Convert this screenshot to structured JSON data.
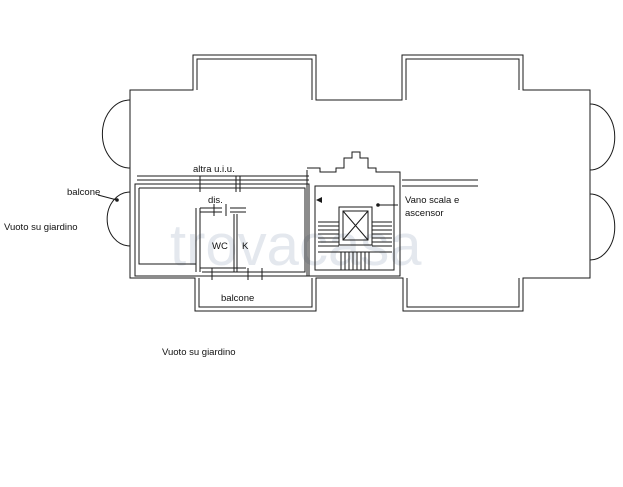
{
  "plan": {
    "labels": {
      "other_unit": "altra u.i.u.",
      "balcony_left": "balcone",
      "void_left": "Vuoto su giardino",
      "hallway": "dis.",
      "wc": "WC",
      "kitchen": "K",
      "stair_line1": "Vano scala e",
      "stair_line2": "ascensor",
      "balcony_bottom": "balcone",
      "void_bottom": "Vuoto su giardino"
    },
    "watermark": "trovacasa",
    "colors": {
      "line": "#1a1a1a",
      "background": "#ffffff",
      "watermark": "#e4e8ee"
    }
  }
}
